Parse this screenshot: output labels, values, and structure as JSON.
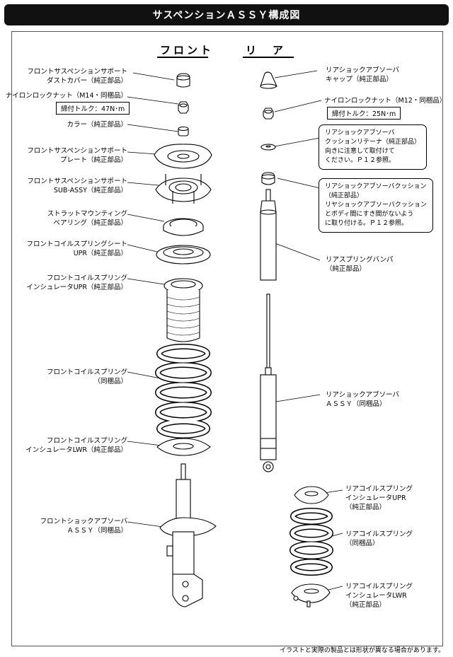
{
  "header": {
    "title": "サスペンションＡＳＳＹ構成図"
  },
  "sections": {
    "front": "フロント",
    "rear": "リ　ア"
  },
  "front_labels": {
    "dust_cover": [
      "フロントサスペンションサポート",
      "ダストカバー（純正部品）"
    ],
    "nylon_nut": "ナイロンロックナット（M14・同梱品）",
    "nylon_nut_torque": "締付トルク：47N･m",
    "collar": "カラー（純正部品）",
    "support_plate": [
      "フロントサスペンションサポート",
      "プレート（純正部品）"
    ],
    "support_sub_assy": [
      "フロントサスペンションサポート",
      "SUB-ASSY（純正部品）"
    ],
    "bearing": [
      "ストラットマウンティング",
      "ベアリング（純正部品）"
    ],
    "coil_seat_upr": [
      "フロントコイルスプリングシート",
      "UPR（純正部品）"
    ],
    "insulator_upr": [
      "フロントコイルスプリング",
      "インシュレータUPR（純正部品）"
    ],
    "coil_spring": [
      "フロントコイルスプリング",
      "（同梱品）"
    ],
    "insulator_lwr": [
      "フロントコイルスプリング",
      "インシュレータLWR（純正部品）"
    ],
    "shock_assy": [
      "フロントショックアブソーバ",
      "ＡＳＳＹ（同梱品）"
    ]
  },
  "rear_labels": {
    "shock_cap": [
      "リアショックアブソーバ",
      "キャップ（純正部品）"
    ],
    "nylon_nut": "ナイロンロックナット（M12・同梱品）",
    "nylon_nut_torque": "締付トルク：25N･m",
    "retainer_box": [
      "リアショックアブソーバ",
      "クッションリテーナ（純正部品）",
      "向きに注意して取付けて",
      "ください。Ｐ１２参照。"
    ],
    "cushion_box": [
      "リアショックアブソーバクッション",
      "（純正部品）",
      "リヤショックアブソーバクッション",
      "とボディ間にすき間がないよう",
      "に取り付ける。Ｐ１２参照。"
    ],
    "bumper": [
      "リアスプリングバンパ",
      "（純正部品）"
    ],
    "shock_assy": [
      "リアショックアブソーバ",
      "ＡＳＳＹ（同梱品）"
    ],
    "insulator_upr": [
      "リアコイルスプリング",
      "インシュレータUPR",
      "（純正部品）"
    ],
    "coil_spring": [
      "リアコイルスプリング",
      "（同梱品）"
    ],
    "insulator_lwr": [
      "リアコイルスプリング",
      "インシュレータLWR",
      "（純正部品）"
    ]
  },
  "footer": {
    "note": "イラストと実際の製品とは形状が異なる場合があります。"
  }
}
